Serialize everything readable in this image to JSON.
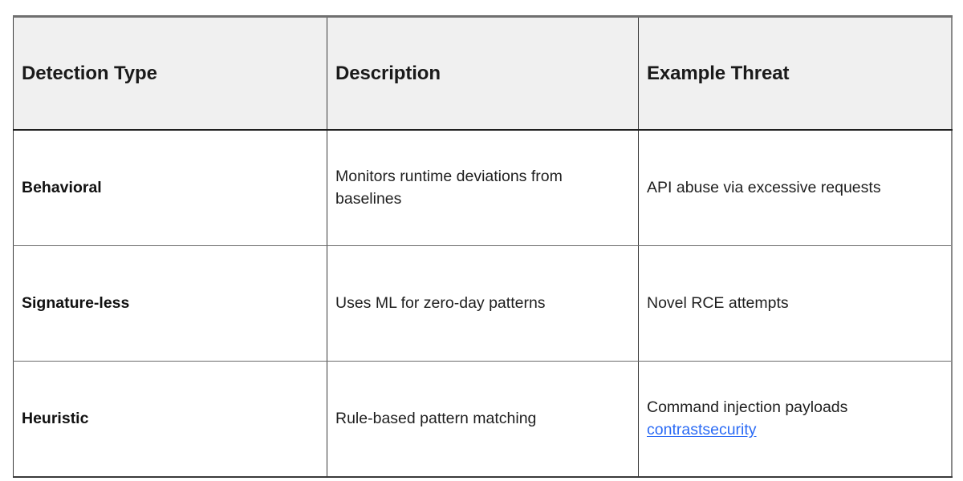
{
  "table": {
    "columns": [
      {
        "key": "detection_type",
        "label": "Detection Type"
      },
      {
        "key": "description",
        "label": "Description"
      },
      {
        "key": "example_threat",
        "label": "Example Threat"
      }
    ],
    "rows": [
      {
        "detection_type": "Behavioral",
        "description": "Monitors runtime deviations from baselines",
        "example_threat": "API abuse via excessive requests",
        "link": null
      },
      {
        "detection_type": "Signature-less",
        "description": "Uses ML for zero-day patterns",
        "example_threat": "Novel RCE attempts",
        "link": null
      },
      {
        "detection_type": "Heuristic",
        "description": "Rule-based pattern matching",
        "example_threat": "Command injection payloads ",
        "link": "contrastsecurity"
      }
    ]
  },
  "colors": {
    "header_background": "#f0f0f0",
    "text": "#1f1f1f",
    "link": "#2b6bf5",
    "border": "#3a3a3a",
    "top_border": "#6f6f6f"
  }
}
